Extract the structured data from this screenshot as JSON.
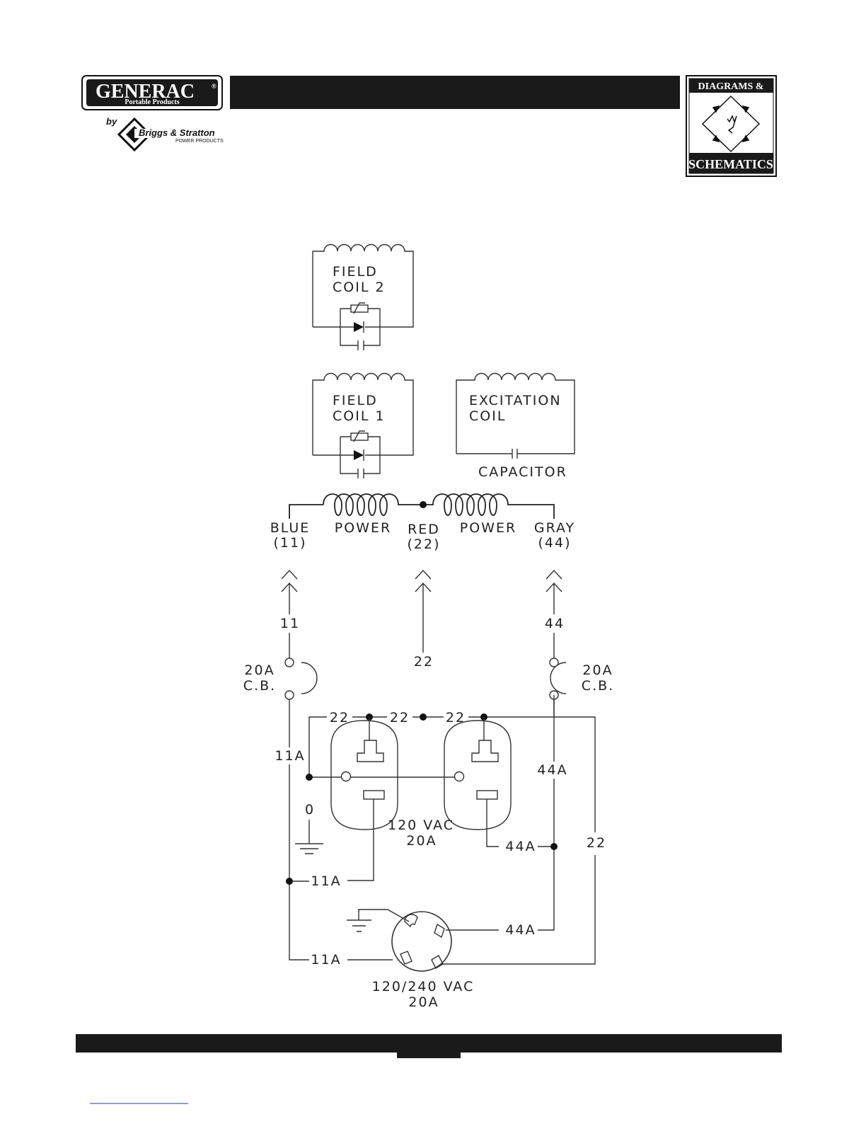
{
  "header": {
    "brand": "GENERAC",
    "registered": "®",
    "brand_sub": "Portable Products",
    "by": "by",
    "partner": "Briggs & Stratton",
    "partner_sub": "POWER PRODUCTS",
    "section_badge_top": "DIAGRAMS &",
    "section_badge_bottom": "SCHEMATICS",
    "title_bar_text": "",
    "colors": {
      "bar": "#1a1a1a",
      "badge_bg": "#ffffff"
    }
  },
  "schematic": {
    "field_coil_2": {
      "line1": "FIELD",
      "line2": "COIL 2"
    },
    "field_coil_1": {
      "line1": "FIELD",
      "line2": "COIL 1"
    },
    "excitation": {
      "line1": "EXCITATION",
      "line2": "COIL",
      "capacitor": "CAPACITOR"
    },
    "stator": {
      "power_left": "POWER",
      "power_right": "POWER",
      "lead_blue": "BLUE",
      "lead_blue_num": "(11)",
      "lead_red": "RED",
      "lead_red_num": "(22)",
      "lead_gray": "GRAY",
      "lead_gray_num": "(44)"
    },
    "wires": {
      "w11": "11",
      "w22": "22",
      "w44": "44",
      "w22_top_a": "22",
      "w22_top_b": "22",
      "w22_top_c": "22",
      "w11a_vert": "11A",
      "w44a_vert": "44A",
      "w0": "0",
      "w22_right": "22",
      "w44a_rcpt": "44A",
      "w11a_rcpt": "11A",
      "w44a_twist": "44A",
      "w11a_twist": "11A"
    },
    "breakers": {
      "left_rating": "20A",
      "left_type": "C.B.",
      "right_rating": "20A",
      "right_type": "C.B."
    },
    "duplex": {
      "voltage": "120 VAC",
      "amps": "20A"
    },
    "twistlock": {
      "voltage": "120/240 VAC",
      "amps": "20A"
    }
  },
  "footer": {
    "page_number": ""
  }
}
